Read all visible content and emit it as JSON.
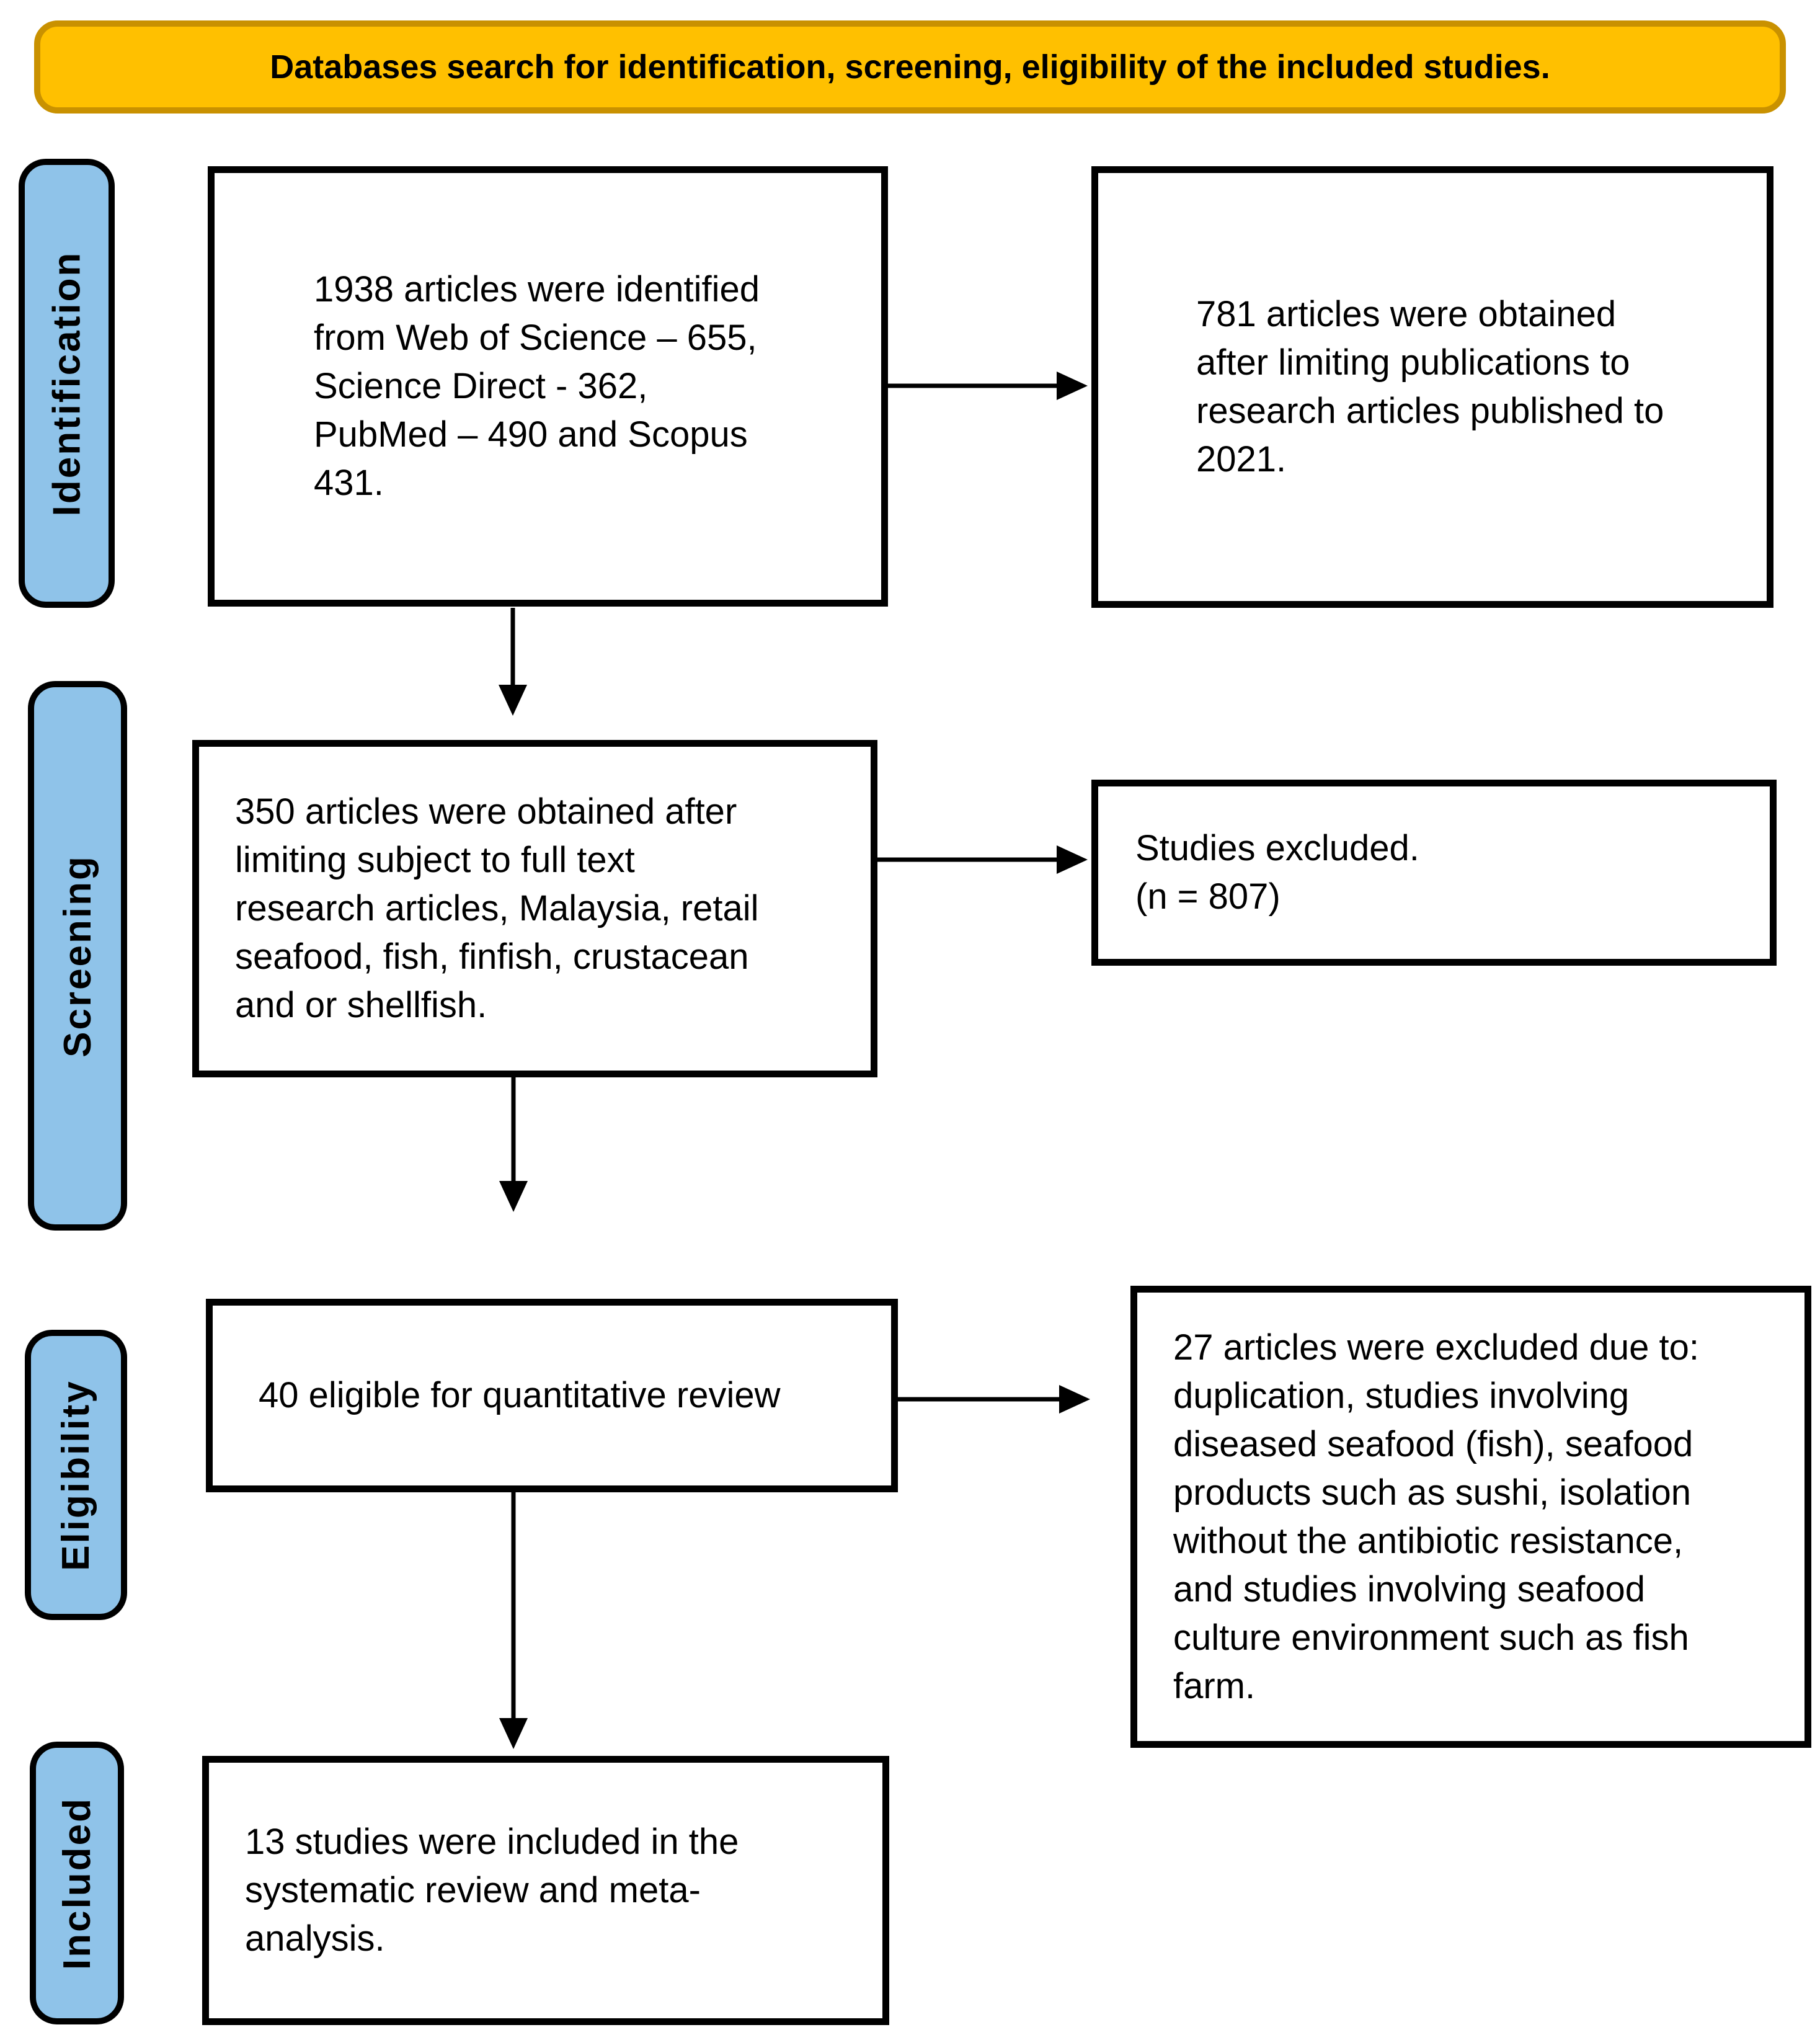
{
  "title": {
    "text": "Databases search for identification, screening, eligibility of the included studies."
  },
  "stages": {
    "identification": "Identification",
    "screening": "Screening",
    "eligibility": "Eligibility",
    "included": "Included"
  },
  "boxes": {
    "identified": {
      "lines": [
        "1938 articles were identified",
        "from Web of Science – 655,",
        "Science Direct - 362,",
        "PubMed – 490 and Scopus",
        "431."
      ]
    },
    "limited_2021": {
      "lines": [
        "781 articles were obtained",
        "after limiting publications to",
        "research articles published to",
        "2021."
      ]
    },
    "screened": {
      "lines": [
        "350 articles were obtained after",
        "limiting subject to full text",
        "research articles, Malaysia, retail",
        "seafood, fish, finfish, crustacean",
        "and or shellfish."
      ]
    },
    "excluded_807": {
      "lines": [
        "Studies excluded.",
        "(n = 807)"
      ]
    },
    "eligible": {
      "lines": [
        "40 eligible for quantitative review"
      ]
    },
    "excluded_27": {
      "lines": [
        "27 articles were excluded due to:",
        "duplication, studies involving",
        "diseased seafood (fish), seafood",
        "products such as sushi, isolation",
        "without the antibiotic resistance,",
        "and studies involving seafood",
        "culture environment such as fish",
        "farm."
      ]
    },
    "included_13": {
      "lines": [
        "13 studies were included in the",
        "systematic review and meta-",
        "analysis."
      ]
    }
  },
  "colors": {
    "banner_fill": "#FFC000",
    "banner_border": "#C99100",
    "stage_fill": "#8FC3E9",
    "box_border": "#000000",
    "arrow": "#000000"
  }
}
